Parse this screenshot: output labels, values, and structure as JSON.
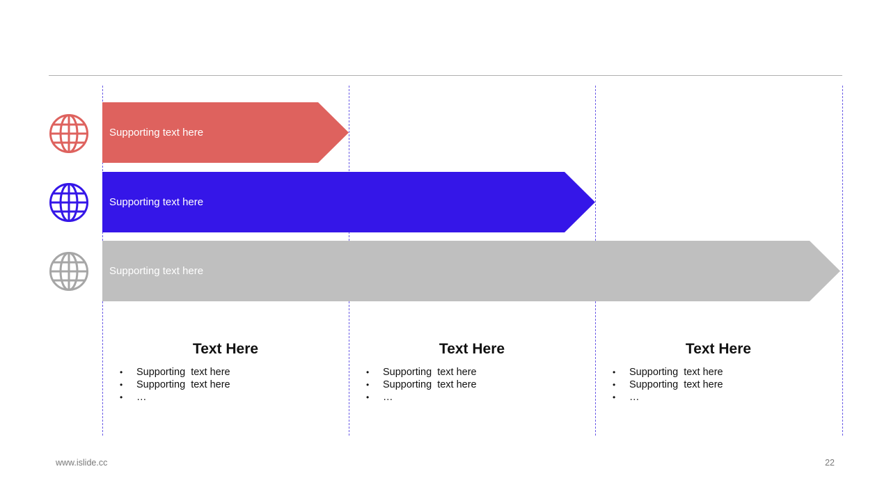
{
  "colors": {
    "red": "#DE625E",
    "blue": "#3516E8",
    "gray": "#BFBFBF",
    "gray_icon": "#A6A6A6",
    "guide": "#6A5BE6"
  },
  "rows": [
    {
      "label": "Supporting text here",
      "color": "#DE625E",
      "icon": "globe-icon",
      "extent": 1
    },
    {
      "label": "Supporting text here",
      "color": "#3516E8",
      "icon": "globe-icon",
      "extent": 2
    },
    {
      "label": "Supporting text here",
      "color": "#BFBFBF",
      "icon": "globe-icon",
      "extent": 3
    }
  ],
  "columns": [
    {
      "title": "Text Here",
      "bullets": [
        "Supporting  text here",
        "Supporting  text here",
        "…"
      ]
    },
    {
      "title": "Text Here",
      "bullets": [
        "Supporting  text here",
        "Supporting  text here",
        "…"
      ]
    },
    {
      "title": "Text Here",
      "bullets": [
        "Supporting  text here",
        "Supporting  text here",
        "…"
      ]
    }
  ],
  "footer": {
    "website": "www.islide.cc",
    "page_number": "22"
  }
}
